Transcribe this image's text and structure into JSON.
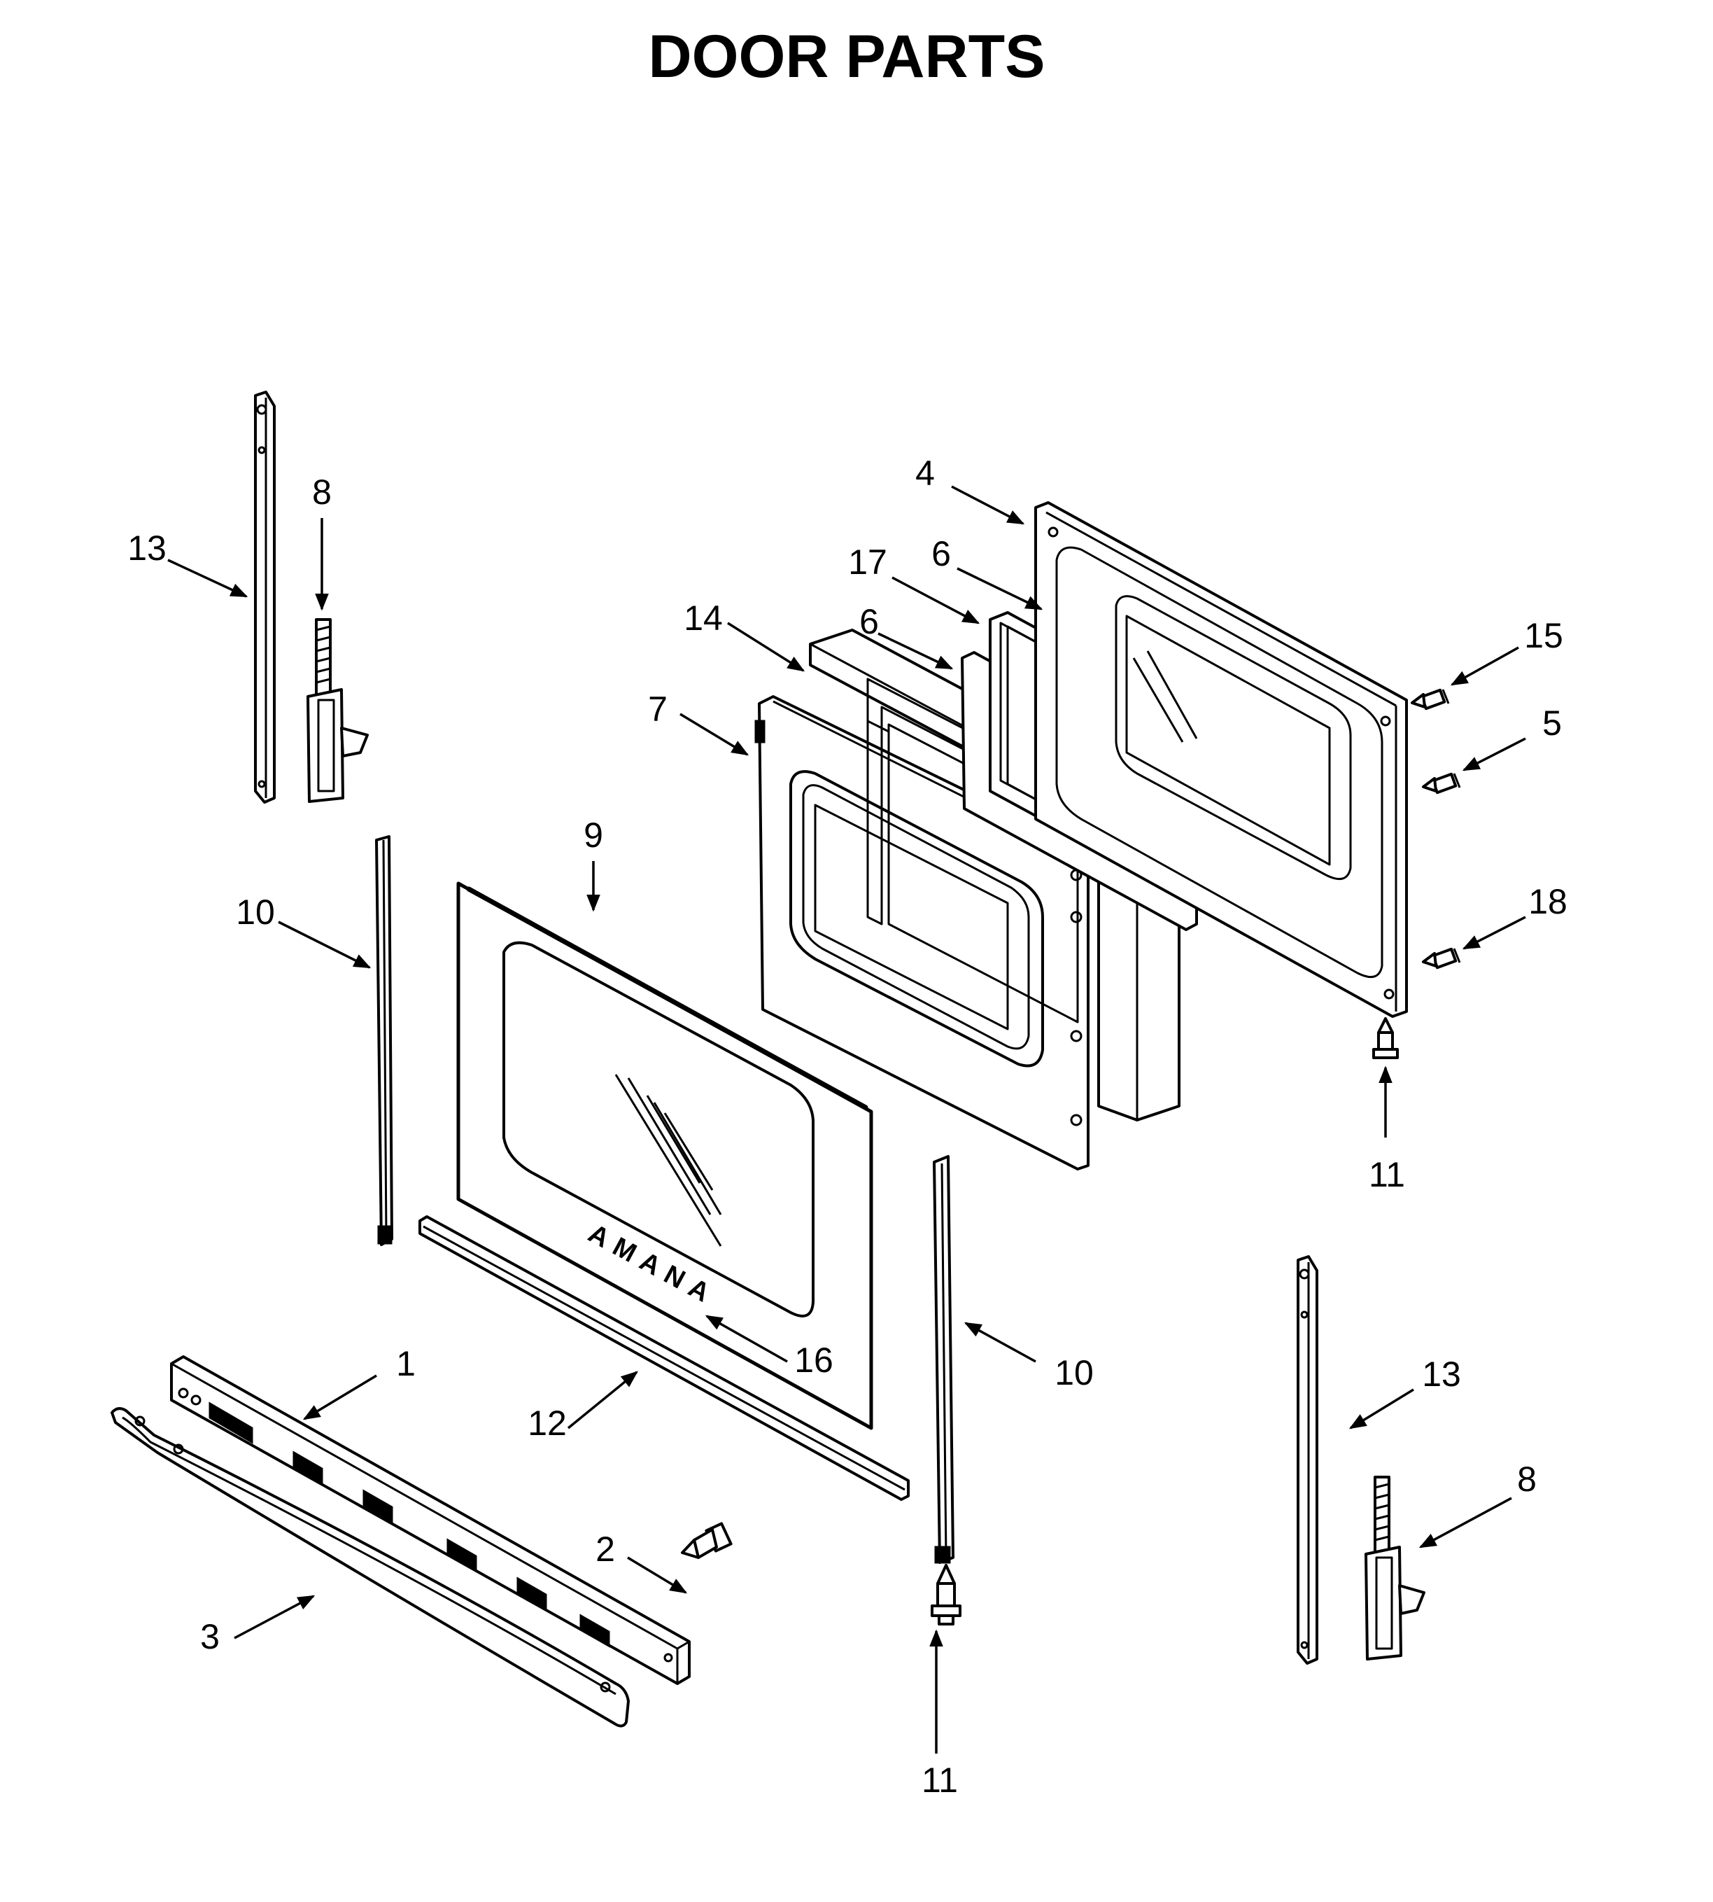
{
  "title": "DOOR PARTS",
  "logo_text": "AMANA",
  "callouts": [
    "13",
    "8",
    "10",
    "9",
    "1",
    "2",
    "3",
    "12",
    "16",
    "10",
    "11",
    "13",
    "8",
    "4",
    "17",
    "6",
    "14",
    "6",
    "7",
    "15",
    "5",
    "18",
    "11"
  ]
}
